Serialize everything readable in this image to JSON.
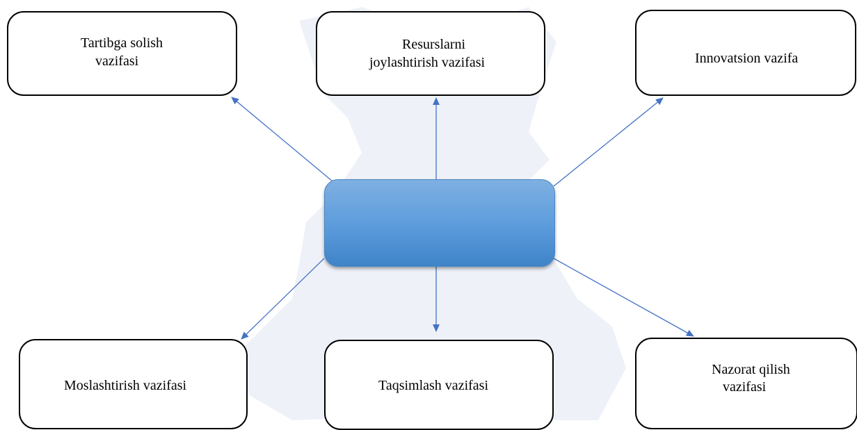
{
  "diagram": {
    "center_node": {
      "label": "",
      "fill": "#5b9bdc"
    },
    "nodes": [
      {
        "id": "tartibga",
        "lines": [
          "Tartibga solish",
          "vazifasi"
        ]
      },
      {
        "id": "resurslar",
        "lines": [
          "Resurslarni",
          "joylashtirish vazifasi"
        ]
      },
      {
        "id": "innovatsion",
        "lines": [
          "Innovatsion vazifa"
        ]
      },
      {
        "id": "moslashtirish",
        "lines": [
          "Moslashtirish vazifasi"
        ]
      },
      {
        "id": "taqsimlash",
        "lines": [
          "Taqsimlash vazifasi"
        ]
      },
      {
        "id": "nazorat",
        "lines": [
          "Nazorat qilish",
          "vazifasi"
        ]
      }
    ],
    "arrow_color": "#4472c4"
  }
}
